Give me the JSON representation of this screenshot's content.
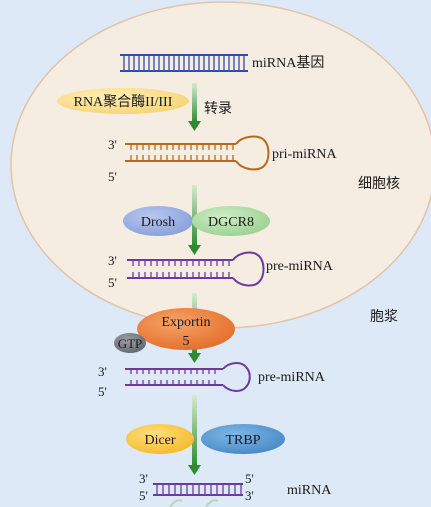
{
  "labels": {
    "gene": "miRNA基因",
    "pol": "RNA聚合酶II/III",
    "transcription": "转录",
    "pri": "pri-miRNA",
    "nucleus": "细胞核",
    "drosha": "Drosh",
    "dgcr8": "DGCR8",
    "pre1": "pre-miRNA",
    "cytoplasm": "胞浆",
    "exportin_a": "Exportin",
    "exportin_b": "5",
    "gtp": "GTP",
    "pre2": "pre-miRNA",
    "dicer": "Dicer",
    "trbp": "TRBP",
    "mirna": "miRNA",
    "three_prime": "3'",
    "five_prime": "5'"
  },
  "colors": {
    "background": "#dde9f6",
    "nucleus_fill": "#f5ece2",
    "nucleus_stroke": "#e2c4a6",
    "gene": "#2e4fa3",
    "pri": "#b86a1a",
    "pre": "#6e3aa0",
    "pol": "#f7d57a",
    "drosha": "#8fa6de",
    "dgcr8": "#a8d9a0",
    "exportin": "#ee7a33",
    "gtp": "#6f7478",
    "dicer": "#f7c23c",
    "trbp": "#4f93cf",
    "arrow_top": "#d6ead0",
    "arrow_bottom": "#2f8a2f"
  }
}
